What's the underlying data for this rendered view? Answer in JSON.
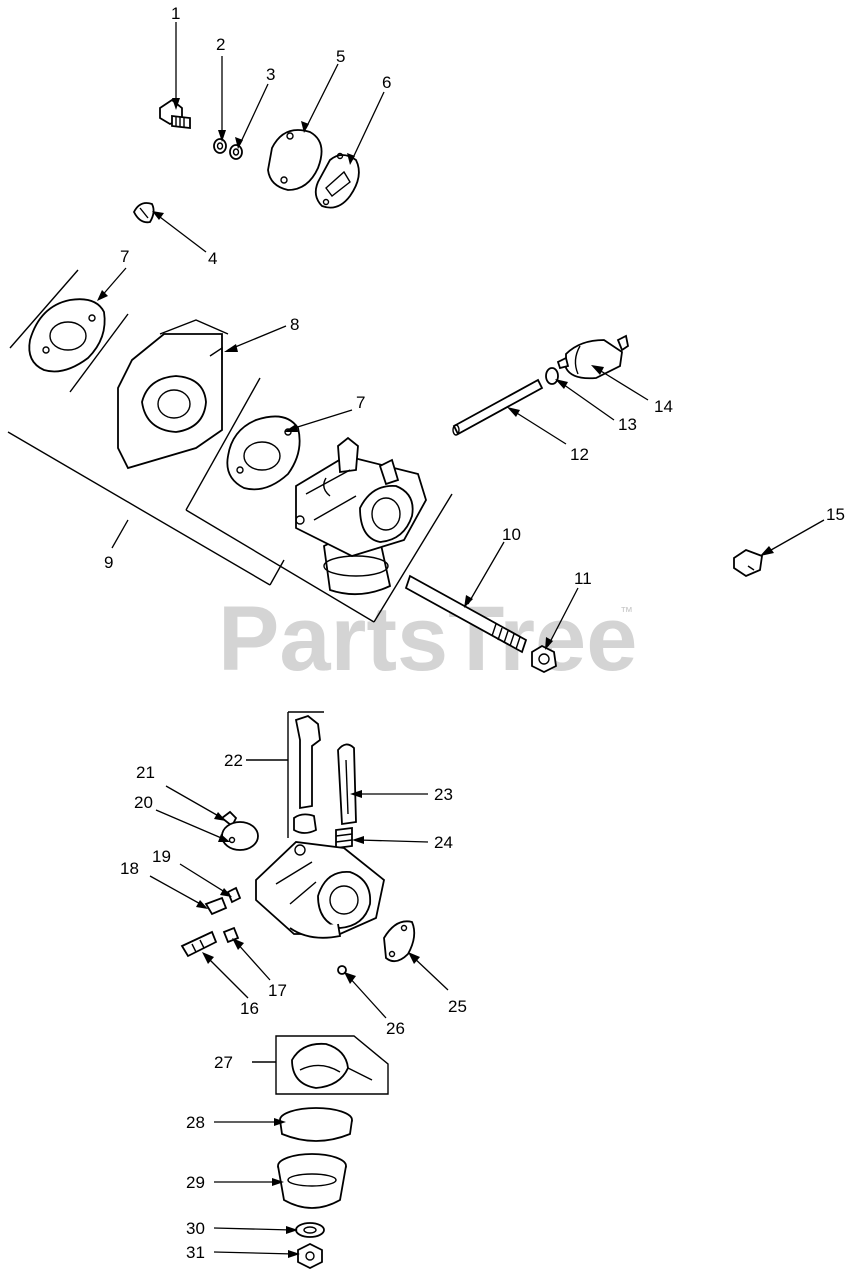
{
  "watermark": {
    "text": "PartsTree",
    "trademark": "™"
  },
  "callouts": [
    {
      "num": "1"
    },
    {
      "num": "2"
    },
    {
      "num": "3"
    },
    {
      "num": "4"
    },
    {
      "num": "5"
    },
    {
      "num": "6"
    },
    {
      "num": "7"
    },
    {
      "num": "7"
    },
    {
      "num": "8"
    },
    {
      "num": "9"
    },
    {
      "num": "10"
    },
    {
      "num": "11"
    },
    {
      "num": "12"
    },
    {
      "num": "13"
    },
    {
      "num": "14"
    },
    {
      "num": "15"
    },
    {
      "num": "16"
    },
    {
      "num": "17"
    },
    {
      "num": "18"
    },
    {
      "num": "19"
    },
    {
      "num": "20"
    },
    {
      "num": "21"
    },
    {
      "num": "22"
    },
    {
      "num": "23"
    },
    {
      "num": "24"
    },
    {
      "num": "25"
    },
    {
      "num": "26"
    },
    {
      "num": "27"
    },
    {
      "num": "28"
    },
    {
      "num": "29"
    },
    {
      "num": "30"
    },
    {
      "num": "31"
    }
  ]
}
